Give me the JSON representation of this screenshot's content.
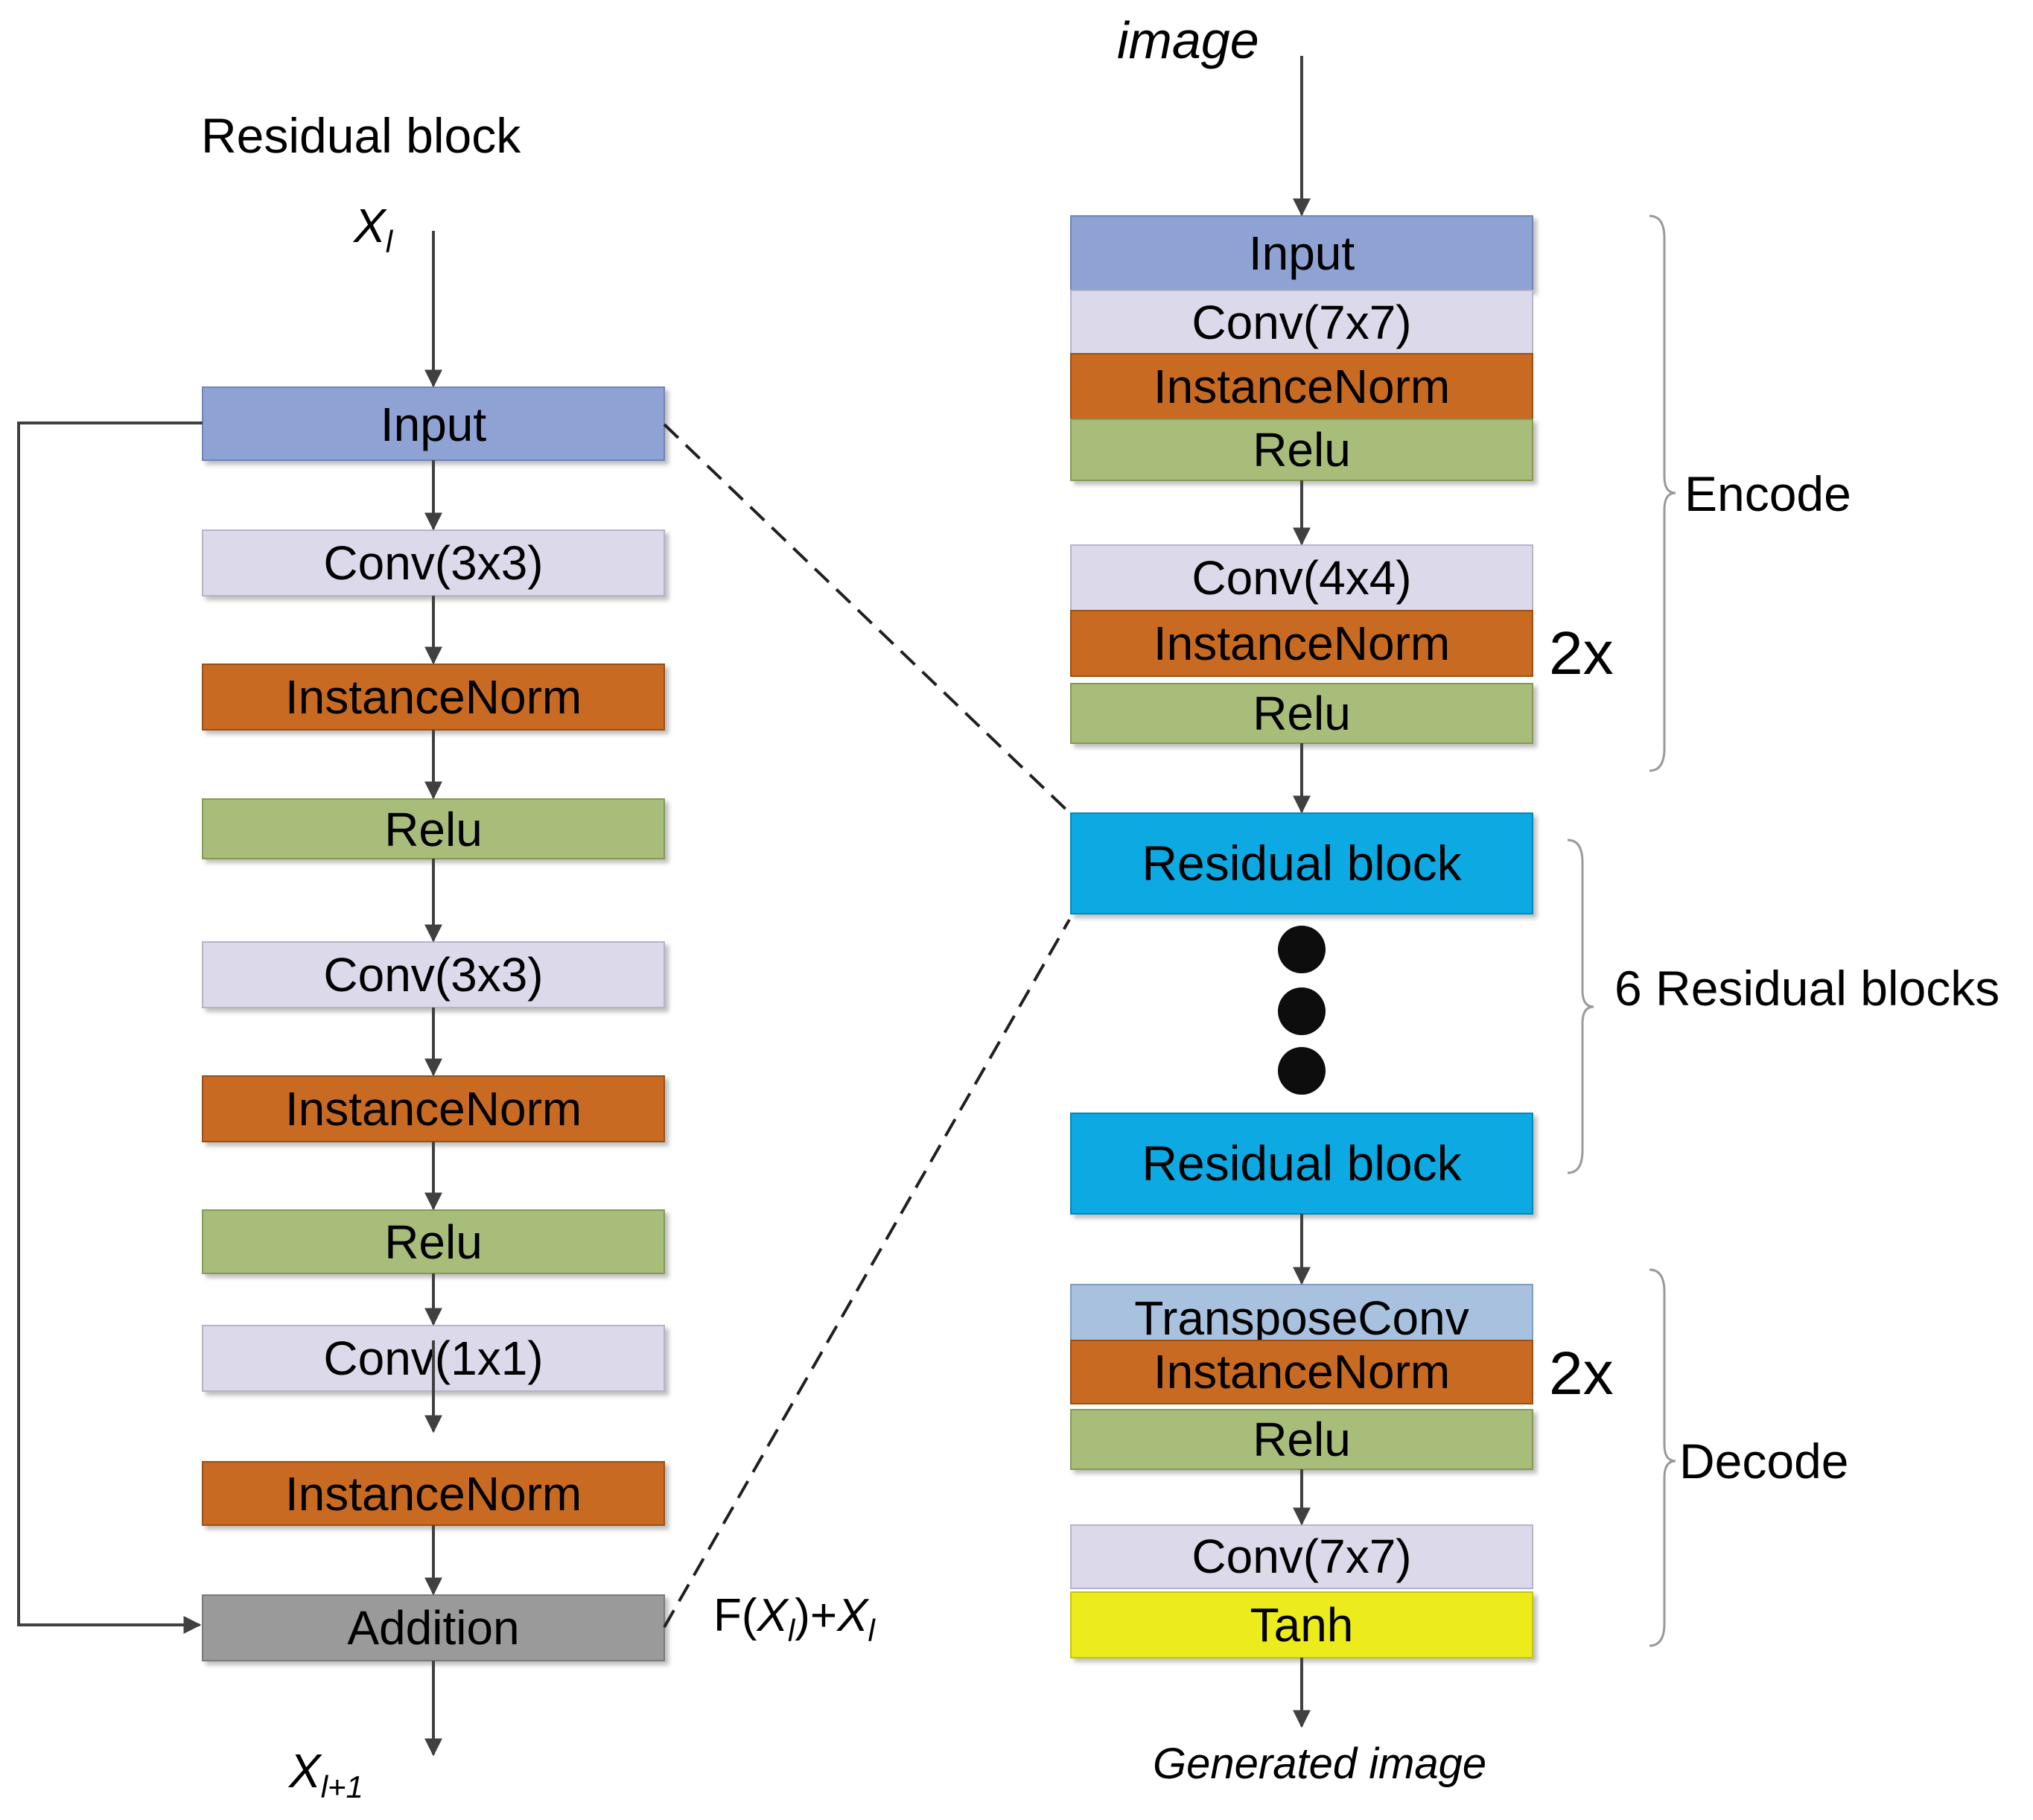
{
  "left": {
    "title": "Residual block",
    "input_symbol": {
      "base": "X",
      "sub": "l"
    },
    "output_symbol": {
      "base": "X",
      "sub": "l+1"
    },
    "sum_label": {
      "prefix": "F(",
      "base": "X",
      "sub": "l",
      "mid": ")+",
      "base2": "X",
      "sub2": "l"
    },
    "blocks": [
      {
        "label": "Input",
        "color": "#8ea2d4"
      },
      {
        "label": "Conv(3x3)",
        "color": "#dcdaea"
      },
      {
        "label": "InstanceNorm",
        "color": "#c86a22"
      },
      {
        "label": "Relu",
        "color": "#a9bd7a"
      },
      {
        "label": "Conv(3x3)",
        "color": "#dcdaea"
      },
      {
        "label": "InstanceNorm",
        "color": "#c86a22"
      },
      {
        "label": "Relu",
        "color": "#a9bd7a"
      },
      {
        "label": "Conv(1x1)",
        "color": "#dcdaea"
      },
      {
        "label": "InstanceNorm",
        "color": "#c86a22"
      },
      {
        "label": "Addition",
        "color": "#9a9a9a"
      }
    ]
  },
  "right": {
    "input_label": "image",
    "output_label": "Generated image",
    "groups": {
      "encode": "Encode",
      "residual": "6 Residual blocks",
      "decode": "Decode",
      "repeat_encode": "2x",
      "repeat_decode": "2x"
    },
    "blocks": [
      {
        "label": "Input",
        "color": "#8ea2d4"
      },
      {
        "label": "Conv(7x7)",
        "color": "#dcdaea"
      },
      {
        "label": "InstanceNorm",
        "color": "#c86a22"
      },
      {
        "label": "Relu",
        "color": "#a9bd7a"
      },
      {
        "label": "Conv(4x4)",
        "color": "#dcdaea"
      },
      {
        "label": "InstanceNorm",
        "color": "#c86a22"
      },
      {
        "label": "Relu",
        "color": "#a9bd7a"
      },
      {
        "label": "Residual block",
        "color": "#0aa9e2"
      },
      {
        "label": "Residual block",
        "color": "#0aa9e2"
      },
      {
        "label": "TransposeConv",
        "color": "#a7c1df"
      },
      {
        "label": "InstanceNorm",
        "color": "#c86a22"
      },
      {
        "label": "Relu",
        "color": "#a9bd7a"
      },
      {
        "label": "Conv(7x7)",
        "color": "#dcdaea"
      },
      {
        "label": "Tanh",
        "color": "#ecec1a"
      }
    ]
  }
}
